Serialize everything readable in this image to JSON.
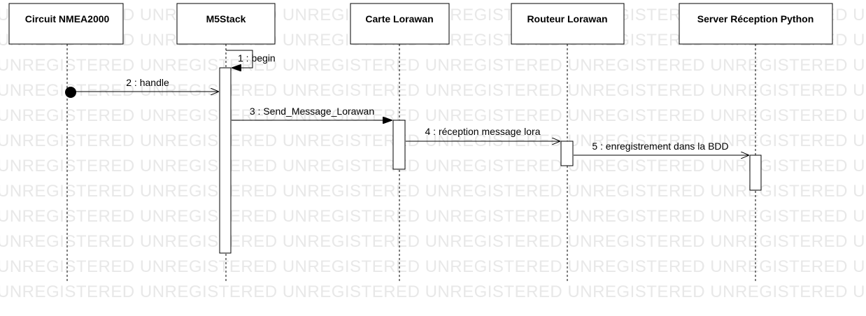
{
  "watermark": "UNREGISTERED",
  "participants": [
    {
      "id": "p1",
      "name": "Circuit NMEA2000"
    },
    {
      "id": "p2",
      "name": "M5Stack"
    },
    {
      "id": "p3",
      "name": "Carte Lorawan"
    },
    {
      "id": "p4",
      "name": "Routeur Lorawan"
    },
    {
      "id": "p5",
      "name": "Server Réception Python"
    }
  ],
  "messages": [
    {
      "label": "1 : begin",
      "from": "p2",
      "to": "p2",
      "kind": "self"
    },
    {
      "label": "2 : handle",
      "from": "p1",
      "to": "p2",
      "kind": "found"
    },
    {
      "label": "3 : Send_Message_Lorawan",
      "from": "p2",
      "to": "p3",
      "kind": "synchronous"
    },
    {
      "label": "4 : réception message lora",
      "from": "p3",
      "to": "p4",
      "kind": "asynchronous"
    },
    {
      "label": "5 : enregistrement dans la BDD",
      "from": "p4",
      "to": "p5",
      "kind": "asynchronous"
    }
  ],
  "colors": {
    "watermark": "#e8e8e8",
    "line": "#000000",
    "background": "#ffffff"
  }
}
